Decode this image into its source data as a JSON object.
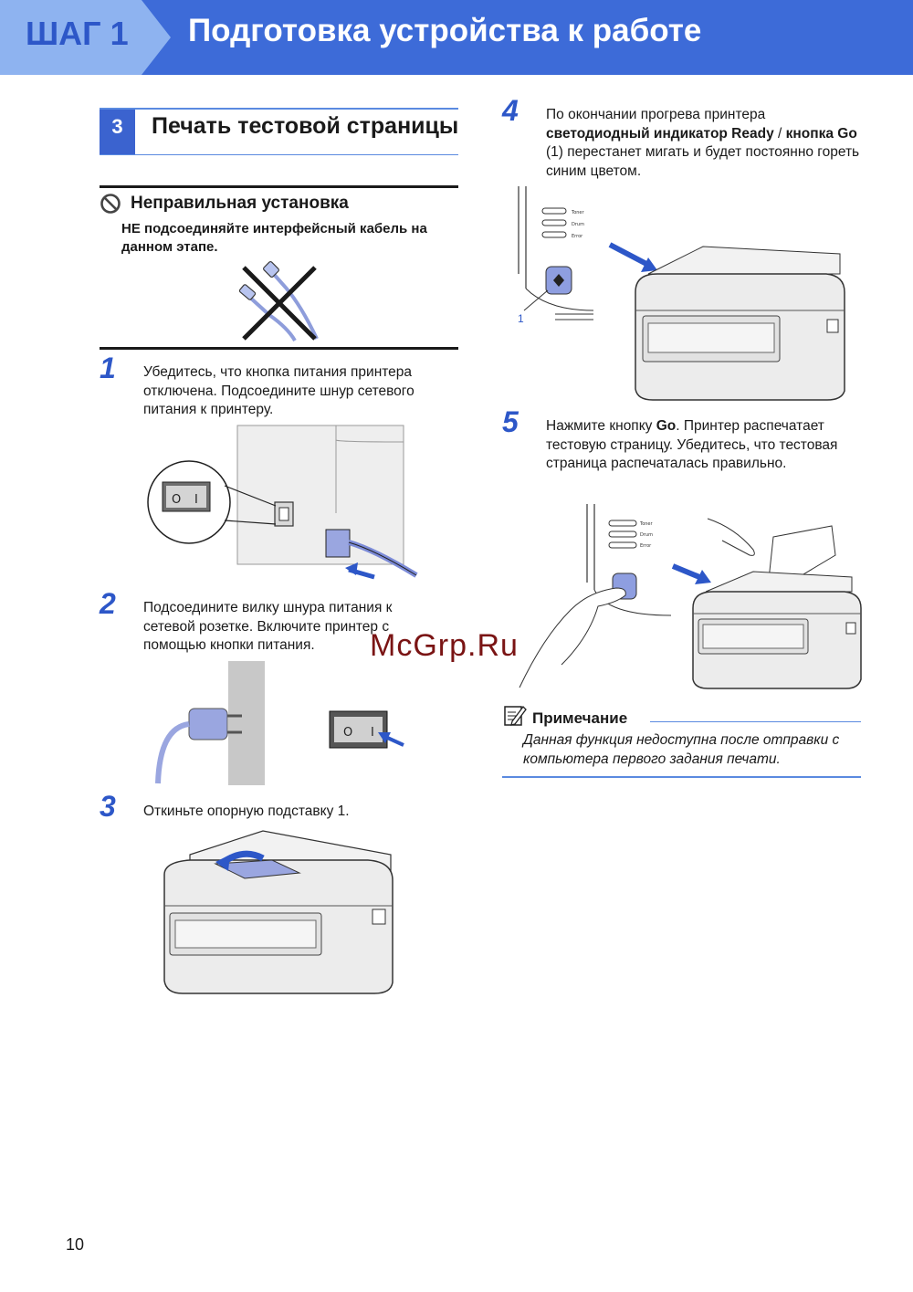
{
  "header": {
    "step_label": "ШАГ 1",
    "title": "Подготовка устройства к работе",
    "colors": {
      "banner": "#3d6bd8",
      "tab": "#8eb3f0",
      "accent": "#2d57c8"
    }
  },
  "section": {
    "number": "3",
    "title": "Печать тестовой страницы"
  },
  "warning": {
    "icon": "prohibited-icon",
    "title": "Неправильная установка",
    "text": "НЕ подсоединяйте интерфейсный кабель на данном этапе."
  },
  "steps": [
    {
      "number": "1",
      "text": "Убедитесь, что кнопка питания принтера отключена. Подсоедините шнур сетевого питания к принтеру."
    },
    {
      "number": "2",
      "text": "Подсоедините вилку шнура питания к сетевой розетке. Включите принтер с помощью кнопки питания."
    },
    {
      "number": "3",
      "text": "Откиньте опорную подставку 1."
    },
    {
      "number": "4",
      "text_before": "По окончании прогрева принтера ",
      "text_bold": "светодиодный индикатор Ready",
      "text_mid": " / ",
      "text_bold2": "кнопка Go",
      "text_after": " (1) перестанет мигать и будет постоянно гореть синим цветом."
    },
    {
      "number": "5",
      "text_before": "Нажмите кнопку ",
      "text_bold": "Go",
      "text_after": ". Принтер распечатает тестовую страницу. Убедитесь, что тестовая страница распечаталась правильно."
    }
  ],
  "illustrations": {
    "callout_1": "1",
    "led_labels": [
      "Toner",
      "Drum",
      "Error"
    ],
    "switch_off_label": "O",
    "switch_on_label": "I"
  },
  "note": {
    "icon": "note-pencil-icon",
    "title": "Примечание",
    "text": "Данная функция недоступна после отправки с компьютера первого задания печати."
  },
  "watermark": "McGrp.Ru",
  "page_number": "10"
}
